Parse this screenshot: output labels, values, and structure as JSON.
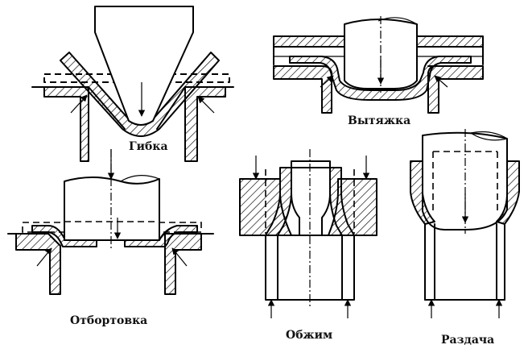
{
  "captions": {
    "bending": "Гибка",
    "drawing": "Вытяжка",
    "flanging": "Отбортовка",
    "necking": "Обжим",
    "expanding": "Раздача"
  },
  "colors": {
    "ink": "#000000",
    "background": "#ffffff"
  }
}
